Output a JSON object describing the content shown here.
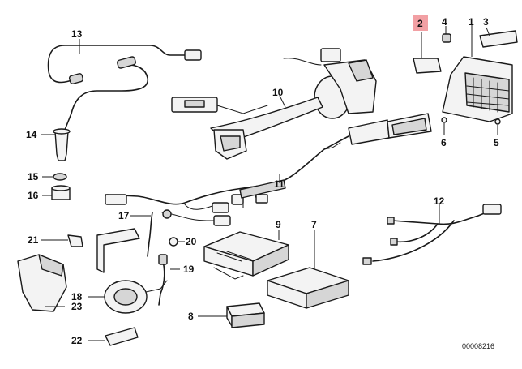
{
  "diagram": {
    "callouts": {
      "c1": "1",
      "c2": "2",
      "c3": "3",
      "c4": "4",
      "c5": "5",
      "c6": "6",
      "c7": "7",
      "c8": "8",
      "c9": "9",
      "c10": "10",
      "c11": "11",
      "c12": "12",
      "c13": "13",
      "c14": "14",
      "c15": "15",
      "c16": "16",
      "c17": "17",
      "c18": "18",
      "c19": "19",
      "c20": "20",
      "c21": "21",
      "c22": "22",
      "c23": "23"
    },
    "highlighted_callout": "2",
    "highlight_color": "#f2a0a4",
    "document_id": "00008216"
  }
}
